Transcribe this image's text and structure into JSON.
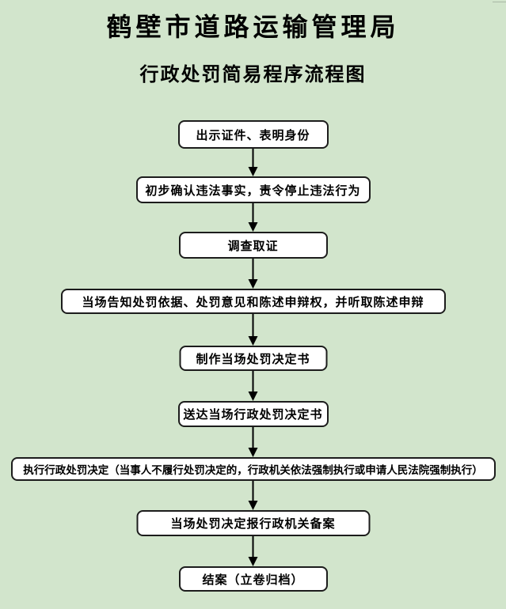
{
  "header": {
    "title": "鹤壁市道路运输管理局",
    "subtitle": "行政处罚简易程序流程图"
  },
  "flowchart": {
    "steps": [
      {
        "label": "出示证件、表明身份"
      },
      {
        "label": "初步确认违法事实，责令停止违法行为"
      },
      {
        "label": "调查取证"
      },
      {
        "label": "当场告知处罚依据、处罚意见和陈述申辩权，并听取陈述申辩"
      },
      {
        "label": "制作当场处罚决定书"
      },
      {
        "label": "送达当场行政处罚决定书"
      },
      {
        "label": "执行行政处罚决定（当事人不履行处罚决定的，行政机关依法强制执行或申请人民法院强制执行）"
      },
      {
        "label": "当场处罚决定报行政机关备案"
      },
      {
        "label": "结案（立卷归档）"
      }
    ],
    "connector": "arrow-down"
  },
  "colors": {
    "background": "#d2e5cc",
    "box_fill": "#ffffff",
    "box_border": "#1c1c1c",
    "text": "#000000"
  }
}
